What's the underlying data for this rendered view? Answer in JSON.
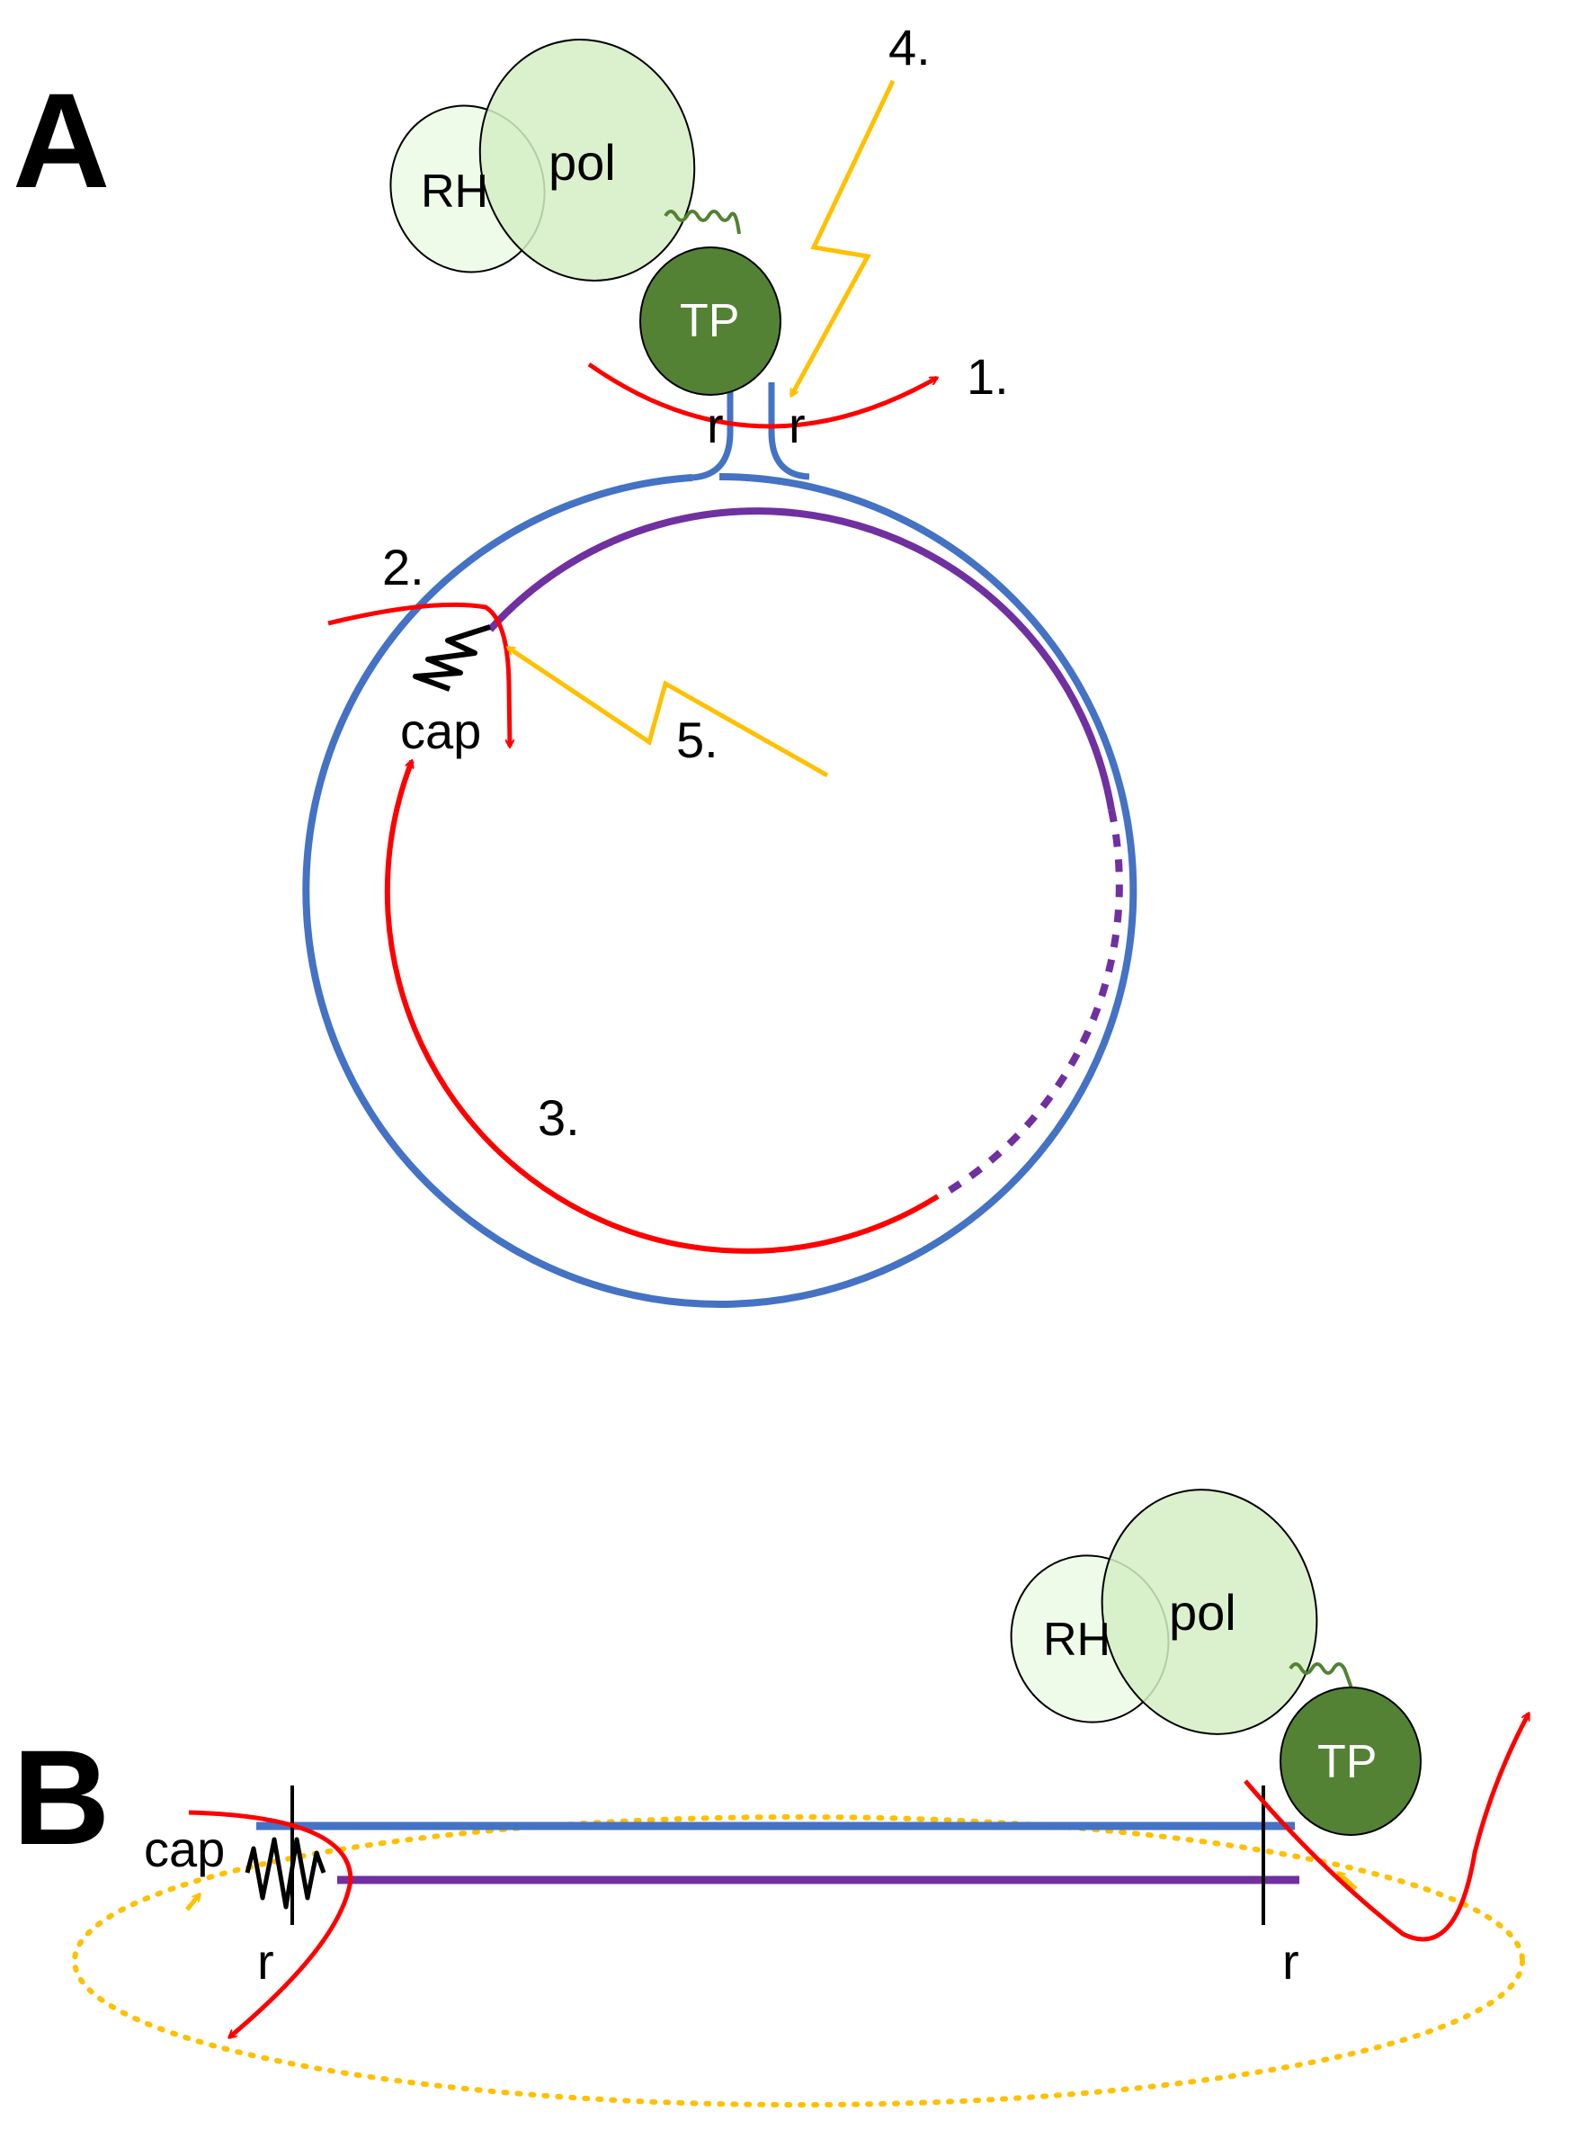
{
  "colors": {
    "blue_strand": "#4472C4",
    "purple_strand": "#7030A0",
    "red_rna": "#FF0000",
    "yellow_arrow": "#FFC000",
    "tp_green": "#548235",
    "pol_green": "#D5EFC4",
    "rh_green": "#EEFBE9",
    "linker_green": "#538135"
  },
  "panel_a": {
    "label": "A",
    "rh": "RH",
    "pol": "pol",
    "tp": "TP",
    "step1": "1.",
    "step2": "2.",
    "step3": "3.",
    "step4": "4.",
    "step5": "5.",
    "r_left": "r",
    "r_right": "r",
    "cap": "cap"
  },
  "panel_b": {
    "label": "B",
    "rh": "RH",
    "pol": "pol",
    "tp": "TP",
    "cap": "cap",
    "r_left": "r",
    "r_right": "r"
  }
}
